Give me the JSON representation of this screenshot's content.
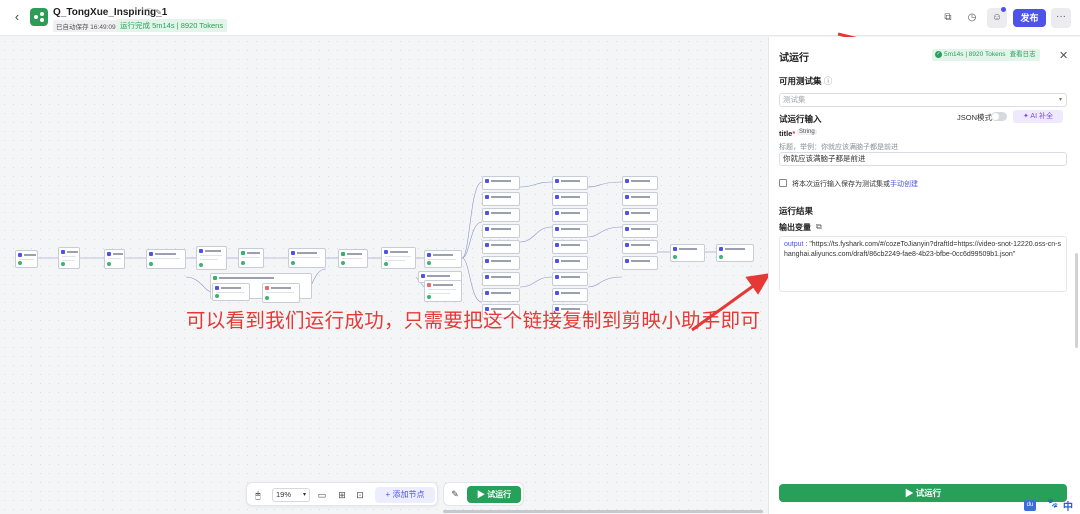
{
  "header": {
    "back_icon": "back-arrow-icon",
    "project_title": "Q_TongXue_Inspiring_1",
    "saved_text": "已自动保存 16:49:09",
    "run_status": "运行完成 5m14s | 8920 Tokens",
    "publish_label": "发布",
    "more_label": "···"
  },
  "canvas": {
    "annotation": "可以看到我们运行成功，只需要把这个链接复制到剪映小助手即可"
  },
  "toolbar": {
    "zoom": "19%",
    "add_node_label": "+ 添加节点",
    "test_run_label": "▶ 试运行"
  },
  "panel": {
    "title": "试运行",
    "status_text": "5m14s | 8920 Tokens",
    "view_log": "查看日志",
    "close_label": "✕",
    "test_set_label": "可用测试集",
    "test_set_placeholder": "测试集",
    "input_label": "试运行输入",
    "json_mode_label": "JSON模式",
    "ai_fill_label": "✦ AI 补全",
    "field_name": "title",
    "field_required": "*",
    "field_type": "String",
    "field_hint": "标题，举例：你就应该满脑子都是前进",
    "field_value": "你就应该满脑子都是前进",
    "save_checkbox_label": "将本次运行输入保存为测试集或",
    "save_link": "手动创建",
    "result_label": "运行结果",
    "output_label": "输出变量",
    "output_key": "output",
    "output_value": "\"https://ts.fyshark.com/#/cozeToJianyin?draftId=https://video-snot-12220.oss-cn-shanghai.aliyuncs.com/draft/86cb2249-fae8-4b23-bfbe-0cc6d99509b1.json\"",
    "run_button": "▶ 试运行"
  },
  "corner": {
    "du_label": "du",
    "zh_label": "中"
  },
  "colors": {
    "brand": "#4d53e8",
    "success": "#27a05a",
    "annotation": "#e53935"
  }
}
